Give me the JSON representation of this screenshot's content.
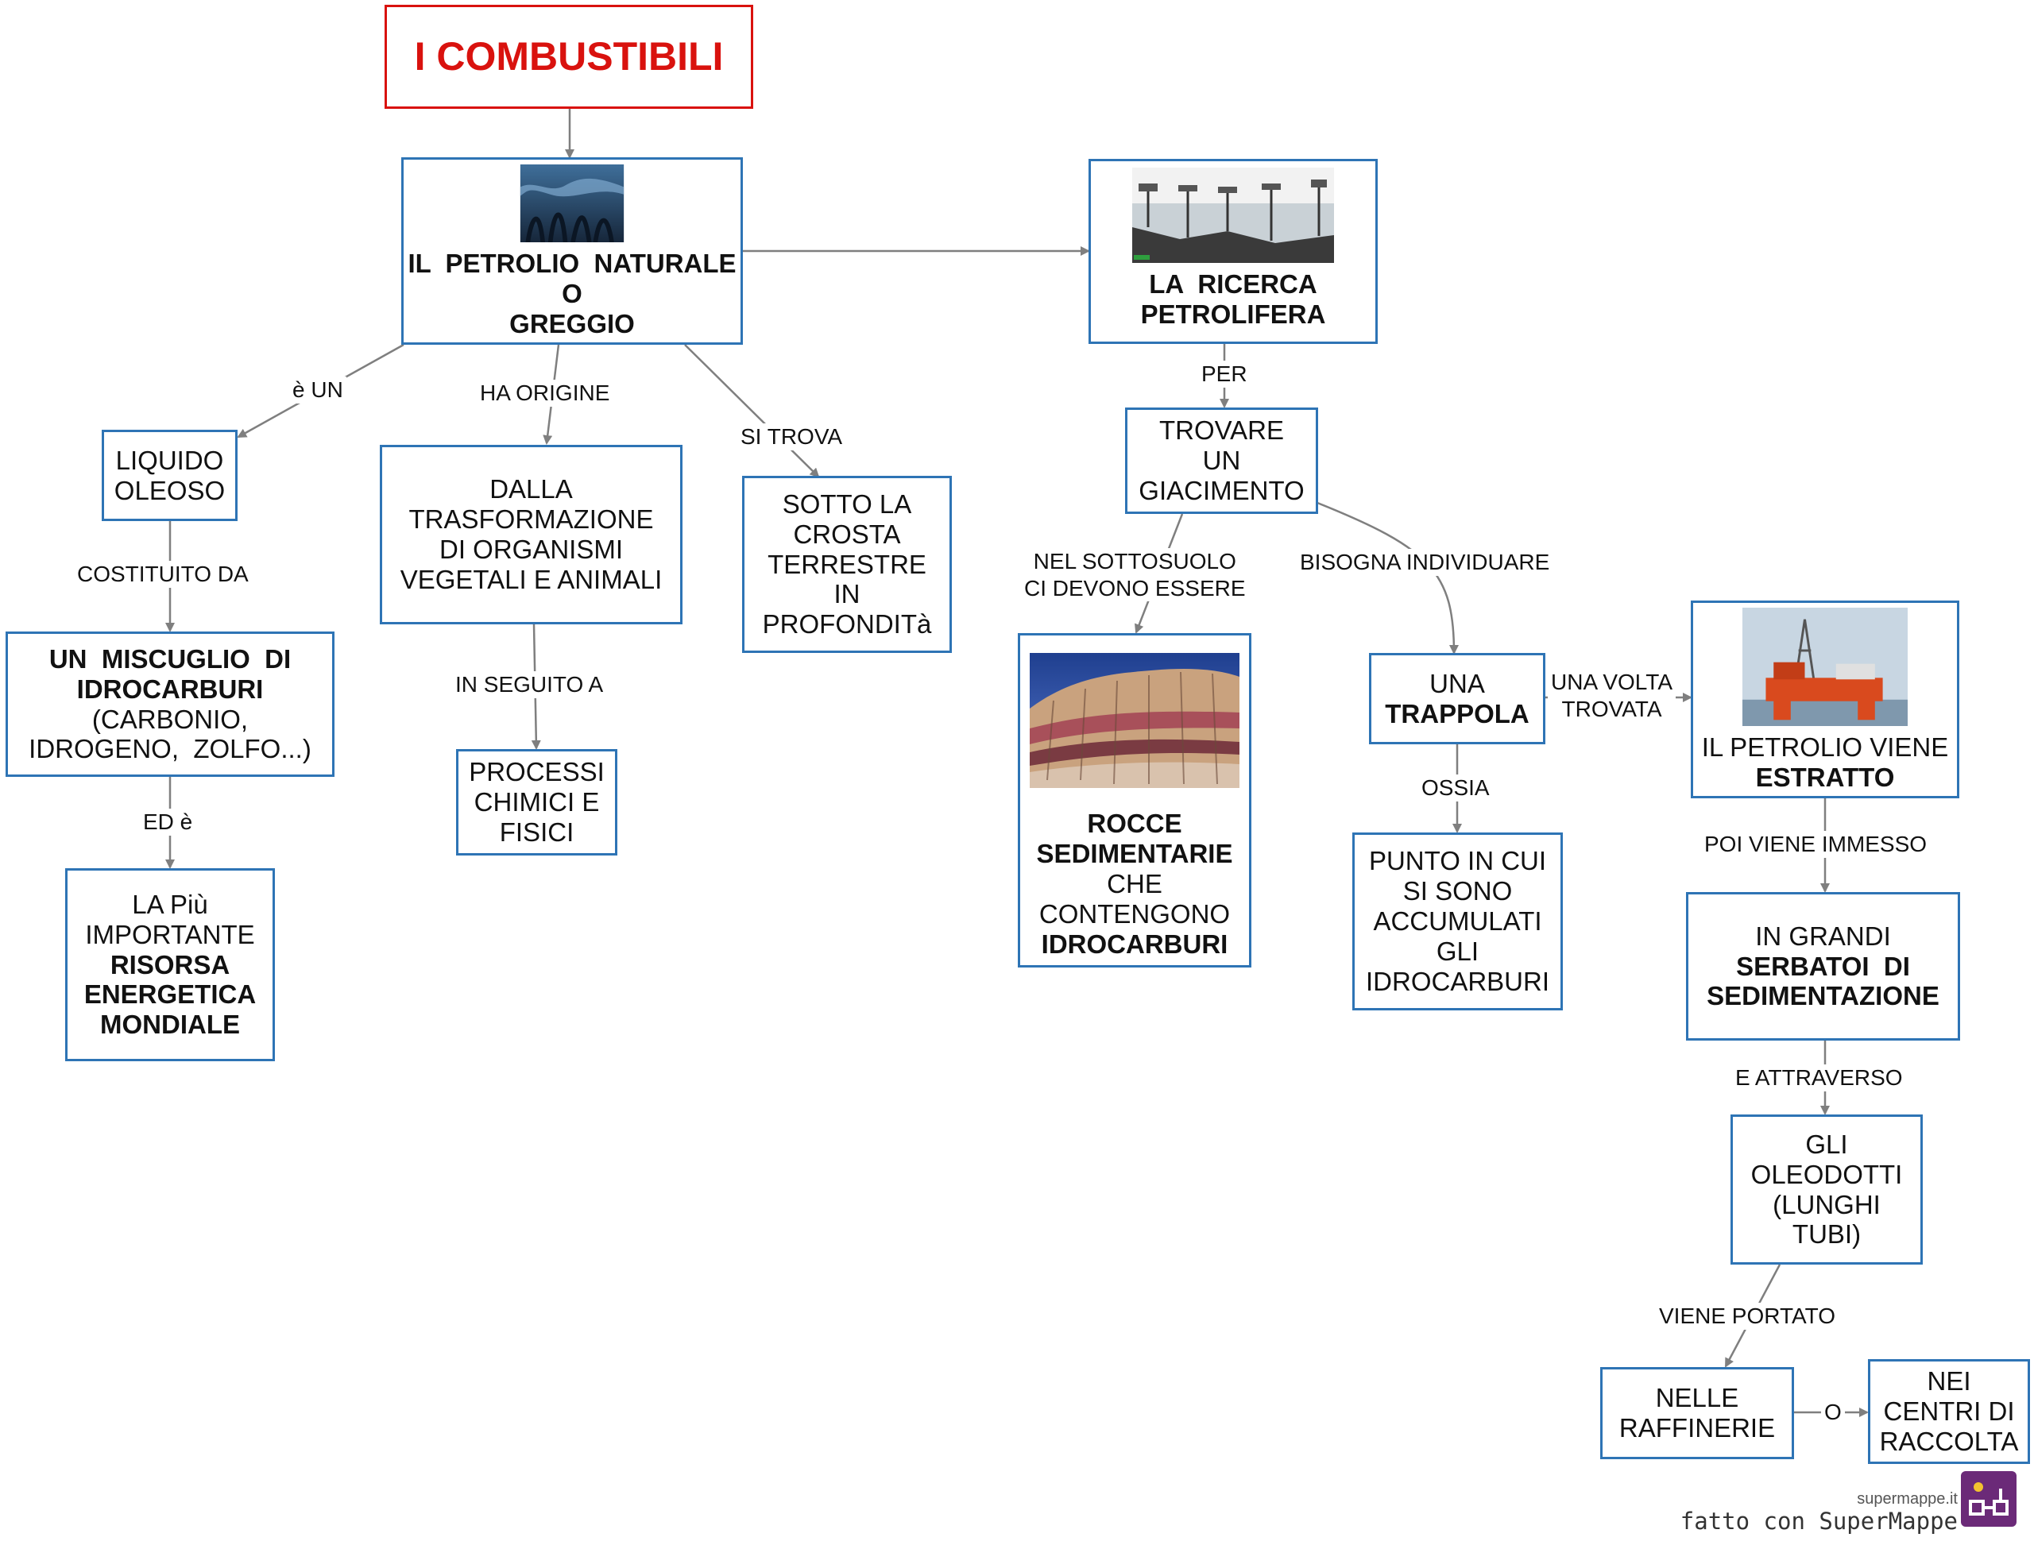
{
  "title": "I COMBUSTIBILI",
  "nodes": {
    "petrolio": {
      "l1": "IL  PETROLIO  NATURALE",
      "l2": "O",
      "l3": "GREGGIO"
    },
    "ricerca": {
      "l1": "LA  RICERCA",
      "l2": "PETROLIFERA"
    },
    "liquido": {
      "l1": "LIQUIDO",
      "l2": "OLEOSO"
    },
    "trasformazione": {
      "l1": "DALLA",
      "l2": "TRASFORMAZIONE",
      "l3": "DI ORGANISMI",
      "l4": "VEGETALI E ANIMALI"
    },
    "crosta": {
      "l1": "SOTTO LA",
      "l2": "CROSTA",
      "l3": "TERRESTRE",
      "l4": "IN",
      "l5": "PROFONDITà"
    },
    "giacimento": {
      "l1": "TROVARE",
      "l2": "UN",
      "l3": "GIACIMENTO"
    },
    "miscuglio": {
      "l1": "UN  MISCUGLIO  DI",
      "l2": "IDROCARBURI",
      "l3": "(CARBONIO,",
      "l4": "IDROGENO,  ZOLFO...)"
    },
    "processi": {
      "l1": "PROCESSI",
      "l2": "CHIMICI E",
      "l3": "FISICI"
    },
    "rocce": {
      "l1": "ROCCE",
      "l2": "SEDIMENTARIE",
      "l3": "CHE",
      "l4": "CONTENGONO",
      "l5": "IDROCARBURI"
    },
    "trappola": {
      "l1": "UNA",
      "l2": "TRAPPOLA"
    },
    "estratto": {
      "l1": "IL PETROLIO VIENE",
      "l2": "ESTRATTO"
    },
    "risorsa": {
      "l1": "LA Più",
      "l2": "IMPORTANTE",
      "l3": "RISORSA",
      "l4": "ENERGETICA",
      "l5": "MONDIALE"
    },
    "punto": {
      "l1": "PUNTO IN CUI",
      "l2": "SI SONO",
      "l3": "ACCUMULATI",
      "l4": "GLI",
      "l5": "IDROCARBURI"
    },
    "serbatoi": {
      "l1": "IN GRANDI",
      "l2": "SERBATOI  DI",
      "l3": "SEDIMENTAZIONE"
    },
    "oleodotti": {
      "l1": "GLI",
      "l2": "OLEODOTTI",
      "l3": "(LUNGHI",
      "l4": "TUBI)"
    },
    "raffinerie": {
      "l1": "NELLE",
      "l2": "RAFFINERIE"
    },
    "centri": {
      "l1": "NEI",
      "l2": "CENTRI DI",
      "l3": "RACCOLTA"
    }
  },
  "edge_labels": {
    "e_un": "è UN",
    "ha_origine": "HA ORIGINE",
    "si_trova": "SI TROVA",
    "per": "PER",
    "costituito_da": "COSTITUITO DA",
    "in_seguito_a": "IN SEGUITO A",
    "nel_sottosuolo_1": "NEL SOTTOSUOLO",
    "nel_sottosuolo_2": "CI DEVONO ESSERE",
    "bisogna": "BISOGNA INDIVIDUARE",
    "ed_e": "ED è",
    "una_volta_1": "UNA VOLTA",
    "una_volta_2": "TROVATA",
    "ossia": "OSSIA",
    "poi_viene": "POI VIENE IMMESSO",
    "e_attraverso": "E ATTRAVERSO",
    "viene_portato": "VIENE PORTATO",
    "o": "O"
  },
  "watermark": {
    "site": "supermappe.it",
    "text": "fatto con SuperMappe"
  },
  "colors": {
    "node_border": "#2e74b5",
    "title": "#d9120e",
    "arrow": "#7f7f7f"
  }
}
